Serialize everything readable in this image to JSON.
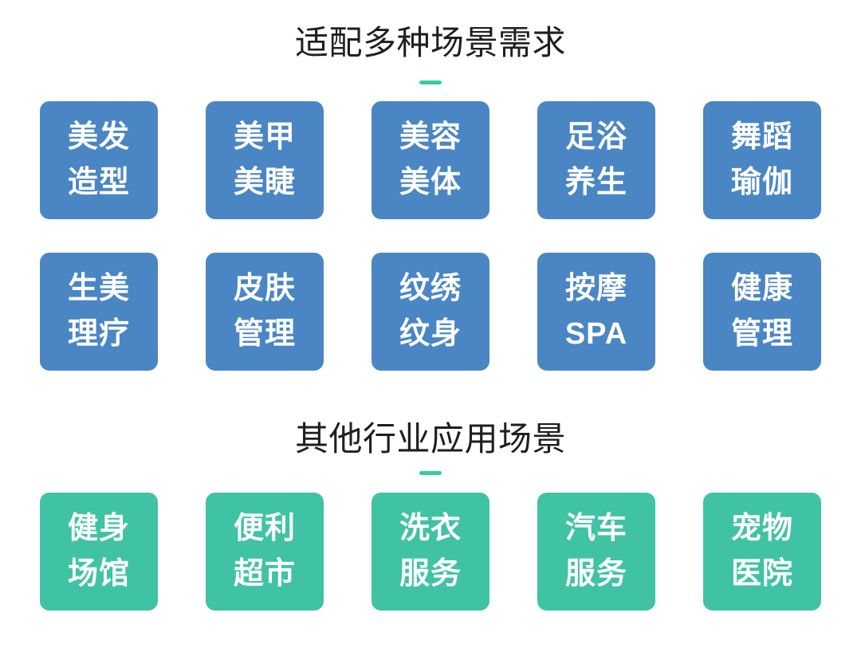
{
  "colors": {
    "background": "#ffffff",
    "title_text": "#1f1f1f",
    "accent_dash": "#2ed0a2",
    "tile_blue": "#4a86c4",
    "tile_green": "#40c3a4",
    "tile_text": "#ffffff"
  },
  "sections": [
    {
      "title": "适配多种场景需求",
      "tile_color": "#4a86c4",
      "tiles": [
        {
          "lines": [
            "美发",
            "造型"
          ]
        },
        {
          "lines": [
            "美甲",
            "美睫"
          ]
        },
        {
          "lines": [
            "美容",
            "美体"
          ]
        },
        {
          "lines": [
            "足浴",
            "养生"
          ]
        },
        {
          "lines": [
            "舞蹈",
            "瑜伽"
          ]
        },
        {
          "lines": [
            "生美",
            "理疗"
          ]
        },
        {
          "lines": [
            "皮肤",
            "管理"
          ]
        },
        {
          "lines": [
            "纹绣",
            "纹身"
          ]
        },
        {
          "lines": [
            "按摩",
            "SPA"
          ]
        },
        {
          "lines": [
            "健康",
            "管理"
          ]
        }
      ]
    },
    {
      "title": "其他行业应用场景",
      "tile_color": "#40c3a4",
      "tiles": [
        {
          "lines": [
            "健身",
            "场馆"
          ]
        },
        {
          "lines": [
            "便利",
            "超市"
          ]
        },
        {
          "lines": [
            "洗衣",
            "服务"
          ]
        },
        {
          "lines": [
            "汽车",
            "服务"
          ]
        },
        {
          "lines": [
            "宠物",
            "医院"
          ]
        }
      ]
    }
  ]
}
